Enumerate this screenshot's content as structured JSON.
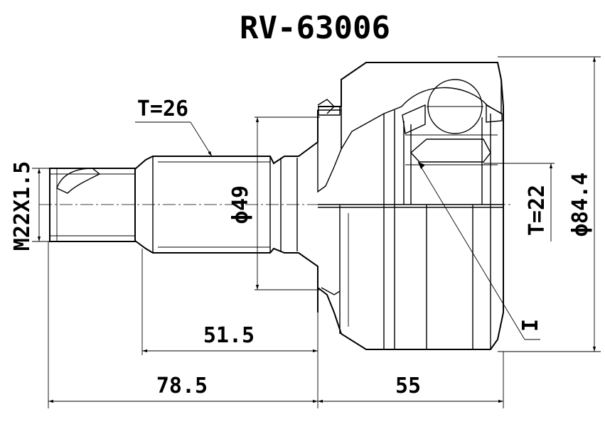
{
  "title": "RV-63006",
  "dimensions": {
    "thread": "M22X1.5",
    "spline_teeth": "T=26",
    "seal_diameter": "ϕ49",
    "housing_diameter": "ϕ84.4",
    "inner_teeth": "T=22",
    "inner_marker": "I",
    "stem_length": "51.5",
    "shaft_length": "78.5",
    "housing_length": "55"
  }
}
